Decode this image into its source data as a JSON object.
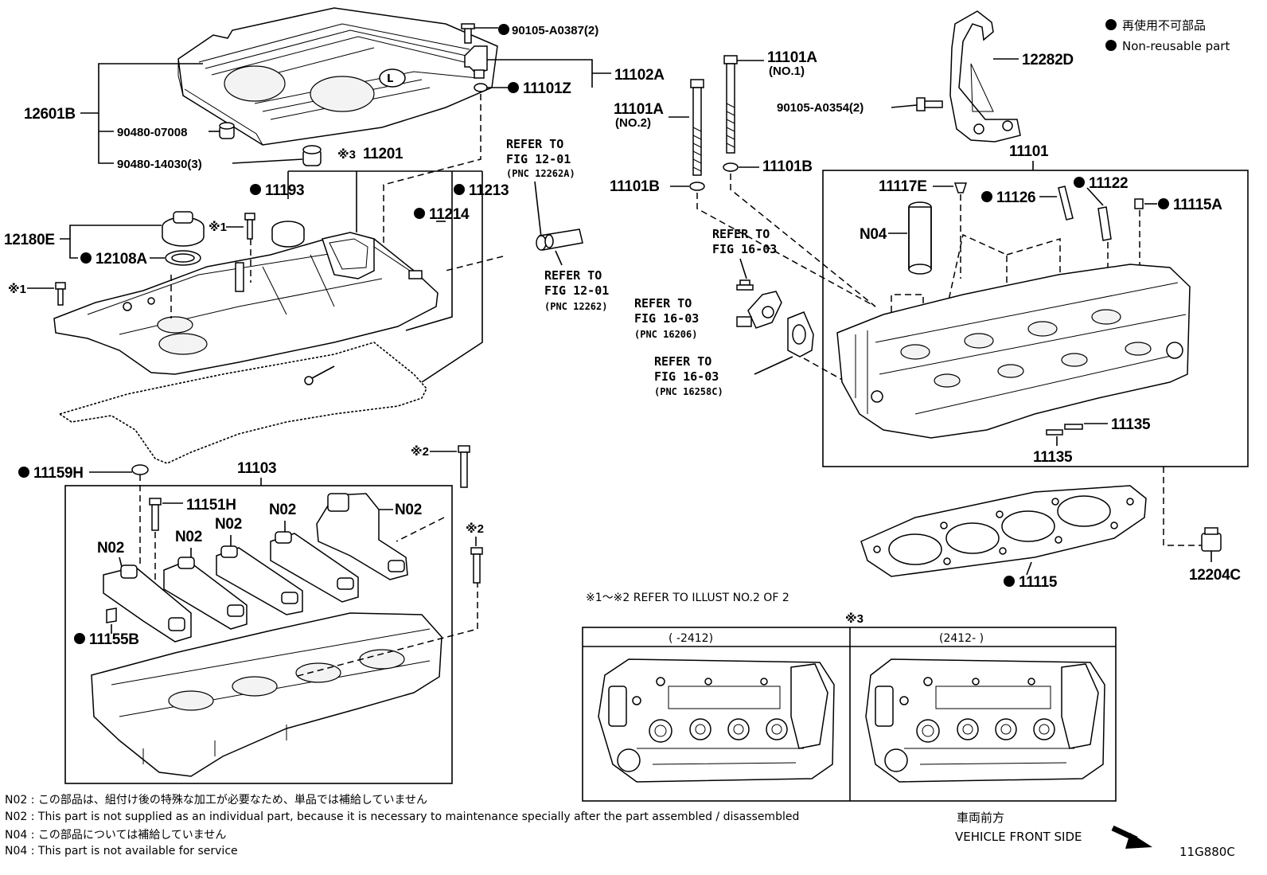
{
  "legend": {
    "jp": "再使用不可部品",
    "en": "Non-reusable part"
  },
  "labels": {
    "p12601B": "12601B",
    "p90480_07008": "90480-07008",
    "p90480_14030": "90480-14030(3)",
    "p90105_A0387": "90105-A0387(2)",
    "p11102A": "11102A",
    "p11101Z": "11101Z",
    "p11201": "11201",
    "p11201_mark": "※3",
    "p11193": "11193",
    "p11213": "11213",
    "p11214": "11214",
    "p12180E": "12180E",
    "p12108A": "12108A",
    "mark1a": "※1",
    "mark1b": "※1",
    "p11101A_1": "11101A",
    "p11101A_1_sub": "(NO.1)",
    "p11101A_2": "11101A",
    "p11101A_2_sub": "(NO.2)",
    "p11101B_a": "11101B",
    "p11101B_b": "11101B",
    "p90105_A0354": "90105-A0354(2)",
    "p12282D": "12282D",
    "p11101": "11101",
    "p11117E": "11117E",
    "p11126": "11126",
    "p11122": "11122",
    "p11115A": "11115A",
    "pN04": "N04",
    "p11135a": "11135",
    "p11135b": "11135",
    "p11115": "11115",
    "p12204C": "12204C",
    "p11159H": "11159H",
    "p11103": "11103",
    "p11151H": "11151H",
    "pN02a": "N02",
    "pN02b": "N02",
    "pN02c": "N02",
    "pN02d": "N02",
    "pN02e": "N02",
    "p11155B": "11155B",
    "mark2a": "※2",
    "mark2b": "※2"
  },
  "refs": {
    "r1": {
      "l1": "REFER TO",
      "l2": "FIG 12-01",
      "l3": "(PNC 12262A)"
    },
    "r2": {
      "l1": "REFER TO",
      "l2": "FIG 12-01",
      "l3": "(PNC 12262)"
    },
    "r3": {
      "l1": "REFER TO",
      "l2": "FIG 16-03"
    },
    "r4": {
      "l1": "REFER TO",
      "l2": "FIG 16-03",
      "l3": "(PNC 16206)"
    },
    "r5": {
      "l1": "REFER TO",
      "l2": "FIG 16-03",
      "l3": "(PNC 16258C)"
    }
  },
  "illust_note": "※1～※2  REFER TO ILLUST NO.2 OF 2",
  "variant": {
    "mark": "※3",
    "left": "(      -2412)",
    "right": "(2412-      )"
  },
  "notes": [
    "N02 : この部品は、組付け後の特殊な加工が必要なため、単品では補給していません",
    "N02 : This part is not supplied as an individual part, because it is necessary to maintenance specially after the part assembled / disassembled",
    "N04 : この部品については補給していません",
    "N04 : This part is not available for service"
  ],
  "front": {
    "jp": "車両前方",
    "en": "VEHICLE FRONT SIDE"
  },
  "code": "11G880C"
}
